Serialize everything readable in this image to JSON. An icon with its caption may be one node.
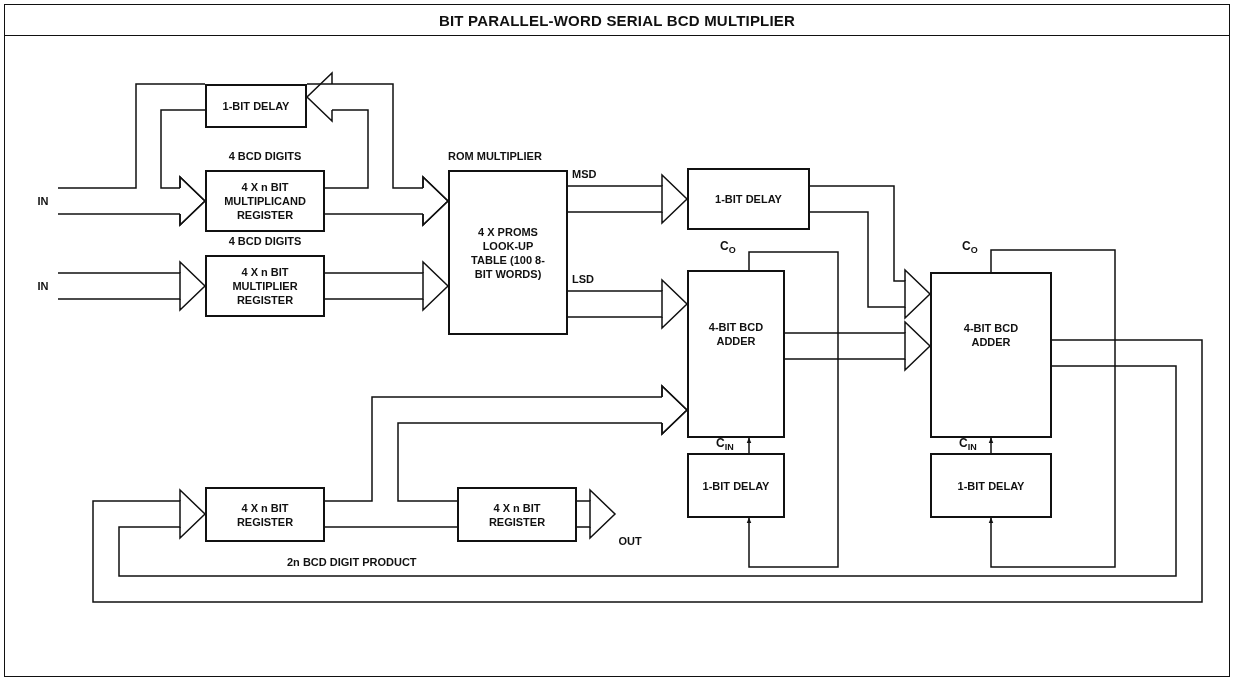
{
  "diagram": {
    "title": "BIT PARALLEL-WORD SERIAL BCD MULTIPLIER",
    "nodes": [
      {
        "text": [
          "IN"
        ]
      },
      {
        "text": [
          "IN"
        ]
      },
      {
        "text": [
          "1-BIT DELAY"
        ]
      },
      {
        "text": [
          "4 X n BIT MULTIPLICAND REGISTER"
        ],
        "beside": [
          "4 BCD DIGITS"
        ]
      },
      {
        "text": [
          "4 X n BIT MULTIPLIER REGISTER"
        ],
        "beside": [
          "4 BCD DIGITS"
        ]
      },
      {
        "text": [
          "ROM MULTIPLIER",
          "4 X PROMS LOOK-UP TABLE (100 8-BIT WORDS)"
        ]
      },
      {
        "text": [
          "1-BIT DELAY"
        ]
      },
      {
        "text": [
          "4-BIT BCD ADDER"
        ]
      },
      {
        "text": [
          "4-BIT BCD ADDER"
        ]
      },
      {
        "text": [
          "1-BIT DELAY"
        ]
      },
      {
        "text": [
          "1-BIT DELAY"
        ]
      },
      {
        "text": [
          "4 X n BIT REGISTER"
        ]
      },
      {
        "text": [
          "4 X n BIT REGISTER"
        ]
      },
      {
        "text": [
          "OUT"
        ]
      }
    ],
    "edges": [
      {
        "from": 0,
        "to": 3,
        "arrow": "to"
      },
      {
        "from": 2,
        "to": 3,
        "arrow": "to"
      },
      {
        "from": 3,
        "to": 2,
        "arrow": "to"
      },
      {
        "from": 0,
        "to": 2,
        "arrow": "none"
      },
      {
        "from": 2,
        "to": 5,
        "arrow": "to"
      },
      {
        "from": 3,
        "to": 5,
        "arrow": "to"
      },
      {
        "from": 1,
        "to": 4,
        "arrow": "to"
      },
      {
        "from": 4,
        "to": 5,
        "arrow": "to"
      },
      {
        "from": 5,
        "to": 6,
        "arrow": "to",
        "label": "MSD"
      },
      {
        "from": 5,
        "to": 7,
        "arrow": "to",
        "label": "LSD"
      },
      {
        "from": 6,
        "to": 8,
        "arrow": "to"
      },
      {
        "from": 7,
        "to": 8,
        "arrow": "to"
      },
      {
        "from": 11,
        "to": 7,
        "arrow": "to"
      },
      {
        "from": 12,
        "to": 7,
        "arrow": "to"
      },
      {
        "from": 11,
        "to": 12,
        "arrow": "none"
      },
      {
        "from": 12,
        "to": 13,
        "arrow": "to"
      },
      {
        "from": 8,
        "to": 11,
        "arrow": "to"
      },
      {
        "from": 7,
        "to": 9,
        "arrow": "to"
      },
      {
        "from": 9,
        "to": 7,
        "arrow": "to"
      },
      {
        "from": 8,
        "to": 10,
        "arrow": "to"
      },
      {
        "from": 10,
        "to": 8,
        "arrow": "to"
      }
    ],
    "labels": [
      "C$_{O}$",
      "C$_{O}$",
      "C$_{IN}$",
      "C$_{IN}$",
      "2n BCD DIGIT PRODUCT"
    ]
  }
}
